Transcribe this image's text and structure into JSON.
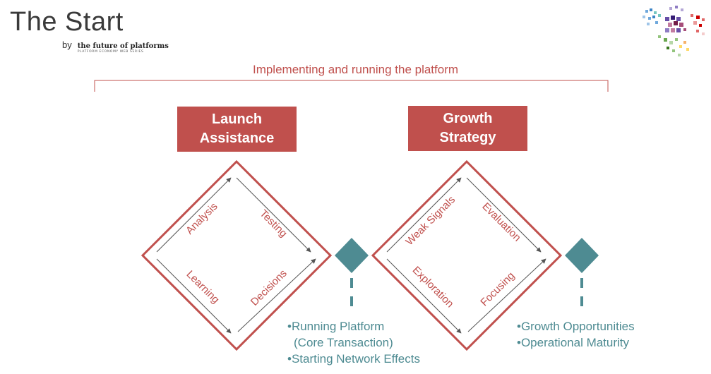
{
  "header": {
    "title": "The Start",
    "by": "by",
    "brand": "the future of platforms",
    "brand_sub": "PLATFORM ECONOMY WEB SERIES"
  },
  "banner": "Implementing and running the platform",
  "stages": [
    {
      "title_line1": "Launch",
      "title_line2": "Assistance",
      "phases": [
        "Analysis",
        "Testing",
        "Learning",
        "Decisions"
      ]
    },
    {
      "title_line1": "Growth",
      "title_line2": "Strategy",
      "phases": [
        "Weak Signals",
        "Evaluation",
        "Exploration",
        "Focusing"
      ]
    }
  ],
  "outcomes": [
    {
      "items": [
        "•Running Platform",
        "(Core Transaction)",
        "•Starting Network Effects"
      ]
    },
    {
      "items": [
        "•Growth Opportunities",
        "•Operational Maturity"
      ]
    }
  ],
  "colors": {
    "accent_red": "#c0504d",
    "teal": "#4e8b92",
    "arrow": "#555555"
  }
}
